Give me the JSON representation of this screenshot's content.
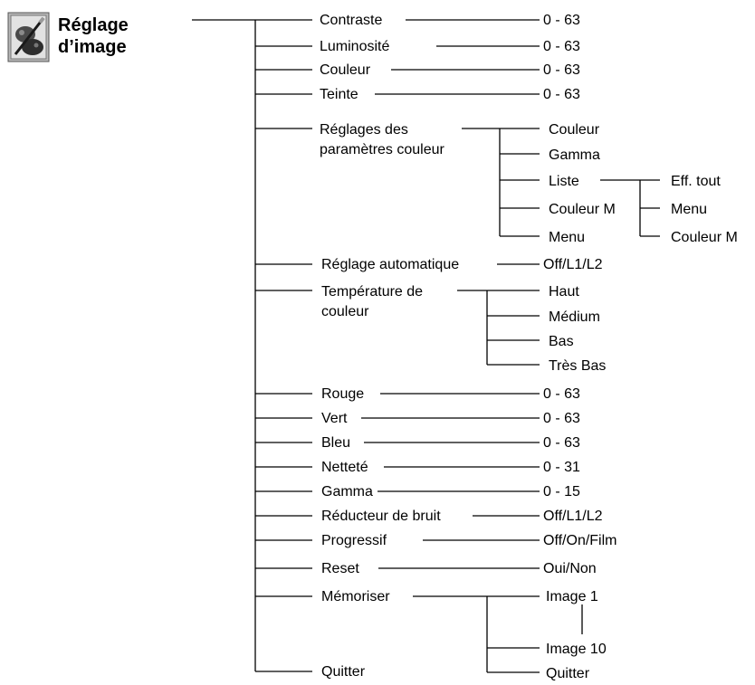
{
  "title": {
    "line1": "Réglage",
    "line2": "d’image"
  },
  "icon": "palette-brush-icon",
  "items": {
    "contraste": "Contraste",
    "contraste_val": "0 - 63",
    "luminosite": "Luminosité",
    "luminosite_val": "0 - 63",
    "couleur": "Couleur",
    "couleur_val": "0 - 63",
    "teinte": "Teinte",
    "teinte_val": "0 - 63",
    "reglages_l1": "Réglages des",
    "reglages_l2": "paramètres couleur",
    "rp_couleur": "Couleur",
    "rp_gamma": "Gamma",
    "rp_liste": "Liste",
    "rp_couleur_m": "Couleur M",
    "rp_menu": "Menu",
    "liste_eff": "Eff. tout",
    "liste_menu": "Menu",
    "liste_couleur_m": "Couleur M",
    "reglage_auto": "Réglage automatique",
    "reglage_auto_val": "Off/L1/L2",
    "temp_l1": "Température de",
    "temp_l2": "couleur",
    "temp_haut": "Haut",
    "temp_medium": "Médium",
    "temp_bas": "Bas",
    "temp_tres_bas": "Très Bas",
    "rouge": "Rouge",
    "rouge_val": "0 - 63",
    "vert": "Vert",
    "vert_val": "0 - 63",
    "bleu": "Bleu",
    "bleu_val": "0 - 63",
    "nettete": "Netteté",
    "nettete_val": "0 - 31",
    "gamma": "Gamma",
    "gamma_val": "0 - 15",
    "reducteur": "Réducteur de bruit",
    "reducteur_val": "Off/L1/L2",
    "progressif": "Progressif",
    "progressif_val": "Off/On/Film",
    "reset": "Reset",
    "reset_val": "Oui/Non",
    "memoriser": "Mémoriser",
    "mem_image1": "Image 1",
    "mem_image10": "Image 10",
    "mem_quitter": "Quitter",
    "quitter": "Quitter"
  }
}
